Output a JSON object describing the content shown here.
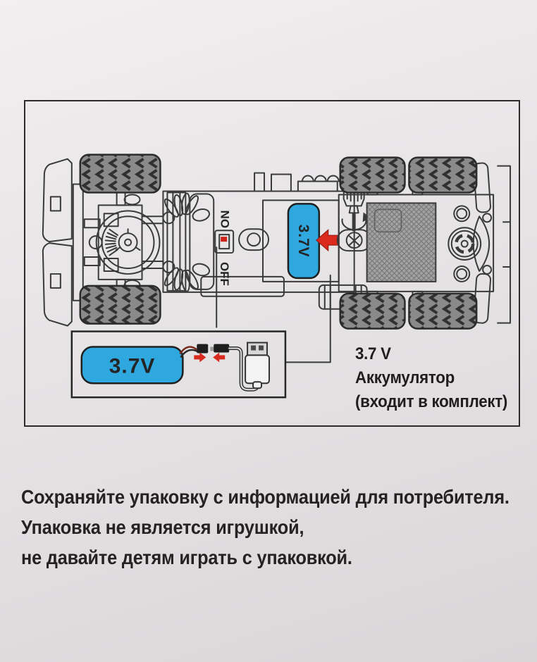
{
  "colors": {
    "battery_blue": "#2fa7df",
    "arrow_red": "#d92a1d",
    "switch_red": "#cf2218",
    "line_dark": "#3a3a3a"
  },
  "diagram": {
    "switch": {
      "on": "ON",
      "off": "OFF"
    },
    "compartment_battery_label": "3.7V",
    "pack_battery_label": "3.7V",
    "annotation": {
      "line1": "3.7 V",
      "line2": "Аккумулятор",
      "line3": "(входит в комплект)"
    }
  },
  "footer": {
    "line1": "Сохраняйте упаковку с информацией для потребителя.",
    "line2": "Упаковка не является игрушкой,",
    "line3": "не давайте детям играть с упаковкой."
  }
}
